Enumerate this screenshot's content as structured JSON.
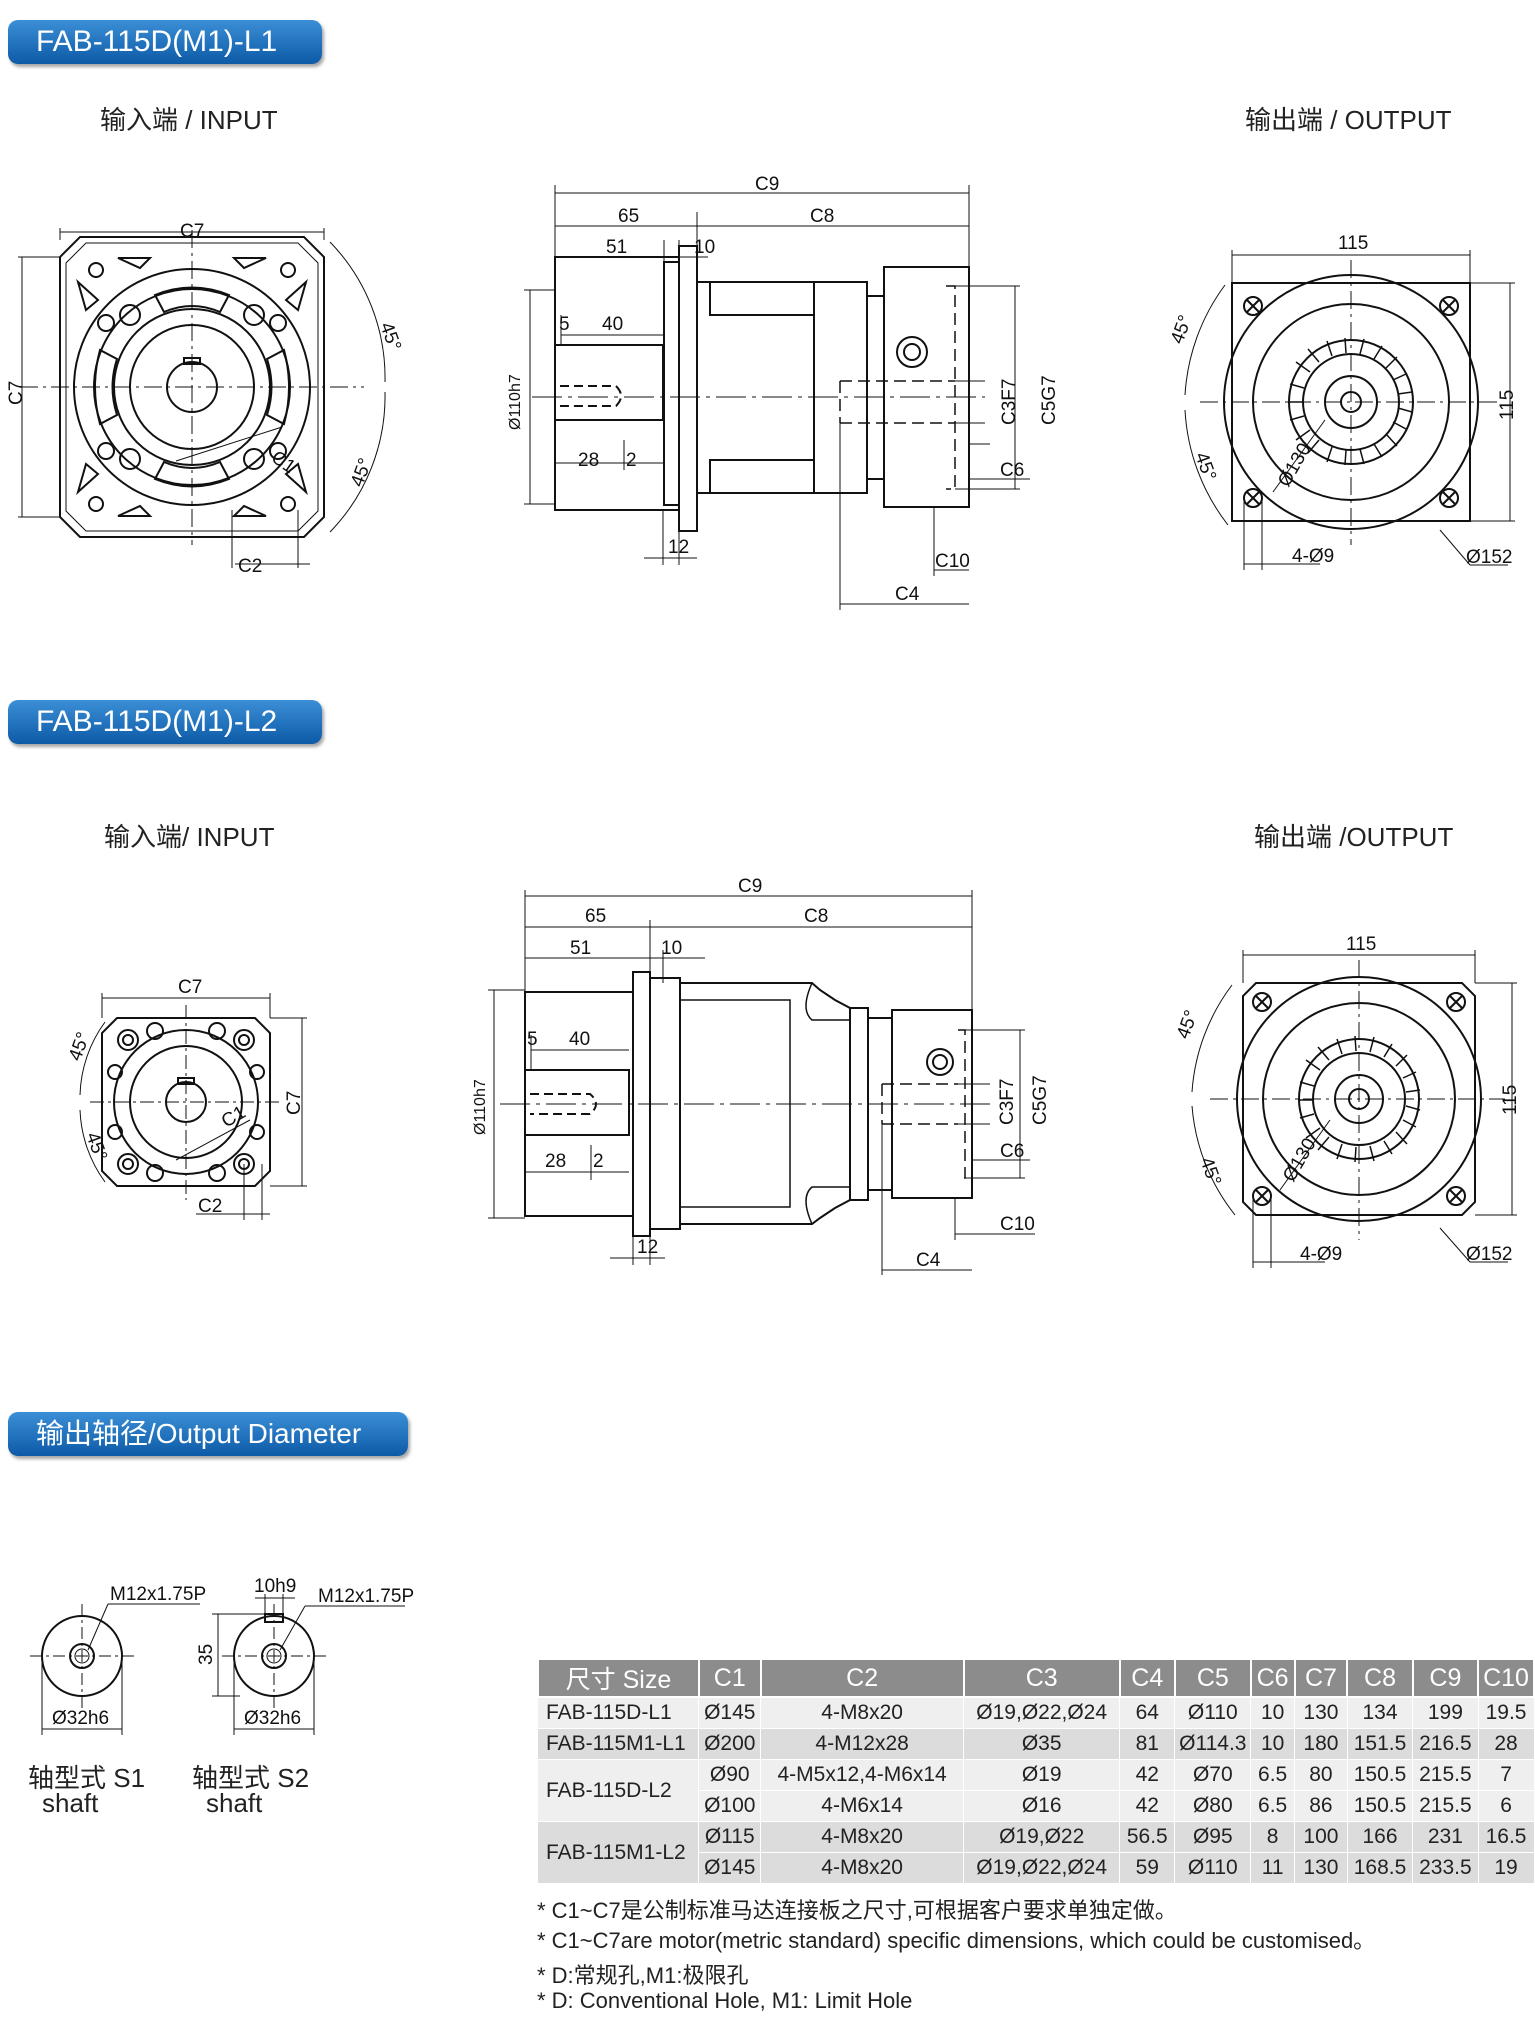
{
  "sections": {
    "l1_title": "FAB-115D(M1)-L1",
    "l2_title": "FAB-115D(M1)-L2",
    "shaft_title": "输出轴径/Output Diameter"
  },
  "labels": {
    "l1_input": "输入端 / INPUT",
    "l1_output": "输出端 / OUTPUT",
    "l2_input": "输入端/ INPUT",
    "l2_output": "输出端 /OUTPUT"
  },
  "dims": {
    "c1": "C1",
    "c2": "C2",
    "c3": "C3F7",
    "c4": "C4",
    "c5": "C5G7",
    "c6": "C6",
    "c7": "C7",
    "c8": "C8",
    "c9": "C9",
    "c10": "C10",
    "d65": "65",
    "d51": "51",
    "d10": "10",
    "d5": "5",
    "d40": "40",
    "d28": "28",
    "d2": "2",
    "d12": "12",
    "d110": "Ø110h7",
    "d115": "115",
    "d130": "Ø130",
    "d152": "Ø152",
    "holes": "4-Ø9",
    "angle": "45°"
  },
  "shaft": {
    "thread": "M12x1.75P",
    "key": "10h9",
    "height": "35",
    "diameter": "Ø32h6",
    "s1_label": "轴型式 S1",
    "s2_label": "轴型式 S2",
    "shaft_word": "shaft"
  },
  "table": {
    "headers": [
      "尺寸 Size",
      "C1",
      "C2",
      "C3",
      "C4",
      "C5",
      "C6",
      "C7",
      "C8",
      "C9",
      "C10"
    ],
    "rows": [
      {
        "name": "FAB-115D-L1",
        "cells": [
          "Ø145",
          "4-M8x20",
          "Ø19,Ø22,Ø24",
          "64",
          "Ø110",
          "10",
          "130",
          "134",
          "199",
          "19.5"
        ]
      },
      {
        "name": "FAB-115M1-L1",
        "cells": [
          "Ø200",
          "4-M12x28",
          "Ø35",
          "81",
          "Ø114.3",
          "10",
          "180",
          "151.5",
          "216.5",
          "28"
        ]
      },
      {
        "name": "FAB-115D-L2",
        "cells": [
          "Ø90",
          "4-M5x12,4-M6x14",
          "Ø19",
          "42",
          "Ø70",
          "6.5",
          "80",
          "150.5",
          "215.5",
          "7"
        ]
      },
      {
        "name": "",
        "cells": [
          "Ø100",
          "4-M6x14",
          "Ø16",
          "42",
          "Ø80",
          "6.5",
          "86",
          "150.5",
          "215.5",
          "6"
        ]
      },
      {
        "name": "FAB-115M1-L2",
        "cells": [
          "Ø115",
          "4-M8x20",
          "Ø19,Ø22",
          "56.5",
          "Ø95",
          "8",
          "100",
          "166",
          "231",
          "16.5"
        ]
      },
      {
        "name": "",
        "cells": [
          "Ø145",
          "4-M8x20",
          "Ø19,Ø22,Ø24",
          "59",
          "Ø110",
          "11",
          "130",
          "168.5",
          "233.5",
          "19"
        ]
      }
    ]
  },
  "notes": [
    "* C1~C7是公制标准马达连接板之尺寸,可根据客户要求单独定做。",
    "* C1~C7are motor(metric standard)  specific dimensions, which could be customised。",
    "* D:常规孔,M1:极限孔",
    "* D: Conventional Hole, M1: Limit Hole"
  ]
}
